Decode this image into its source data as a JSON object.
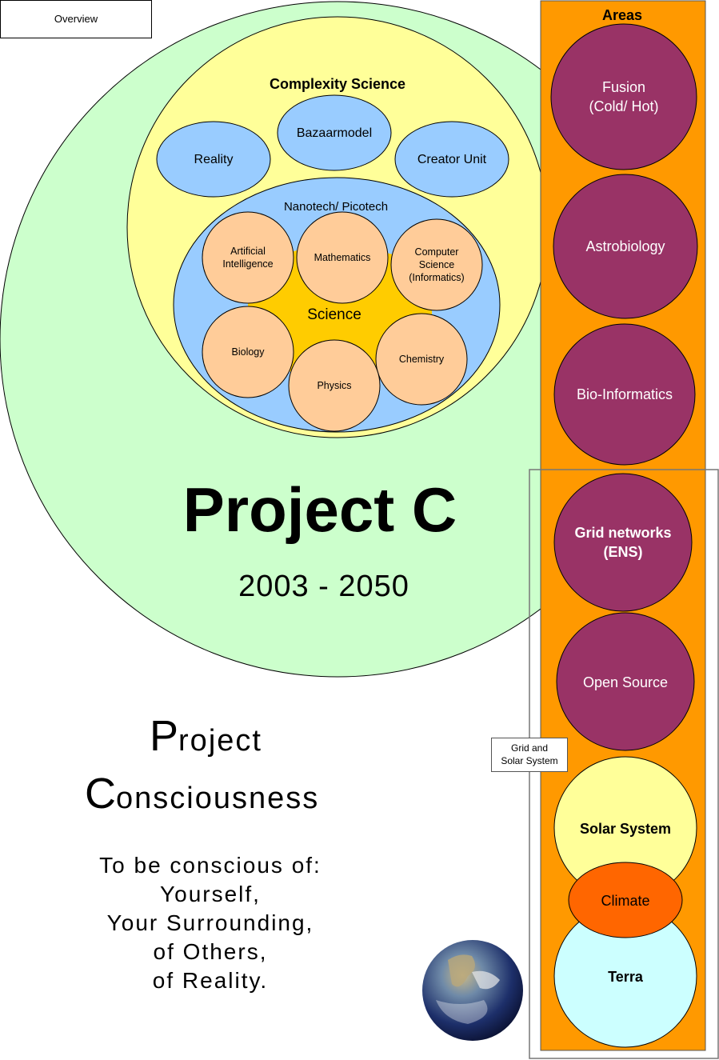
{
  "overview_button": "Overview",
  "complexity": {
    "title": "Complexity Science",
    "items": [
      "Bazaarmodel",
      "Reality",
      "Creator Unit"
    ]
  },
  "nanotech": {
    "title": "Nanotech/ Picotech",
    "center": "Science",
    "ai": [
      "Artificial",
      "Intelligence"
    ],
    "math": "Mathematics",
    "cs": [
      "Computer",
      "Science",
      "(Informatics)"
    ],
    "biology": "Biology",
    "physics": "Physics",
    "chemistry": "Chemistry"
  },
  "project": {
    "title": "Project C",
    "years": "2003 - 2050",
    "name_p_initial": "P",
    "name_p_rest": "roject",
    "name_c_initial": "C",
    "name_c_rest": "onsciousness",
    "motto": [
      "To be conscious of:",
      "Yourself,",
      "Your Surrounding,",
      "of Others,",
      "of Reality."
    ]
  },
  "areas": {
    "title": "Areas",
    "fusion": [
      "Fusion",
      "(Cold/ Hot)"
    ],
    "astrobiology": "Astrobiology",
    "bioinformatics": "Bio-Informatics",
    "grid": [
      "Grid networks",
      "(ENS)"
    ],
    "opensource": "Open Source",
    "solar": "Solar System",
    "climate": "Climate",
    "terra": "Terra"
  },
  "grid_solar_label": [
    "Grid and",
    "Solar System"
  ],
  "colors": {
    "green": "#ccffcc",
    "yellow": "#ffff99",
    "blue": "#99ccff",
    "peach": "#ffcc99",
    "science": "#ffcc00",
    "orange": "#ff9900",
    "purple": "#993366",
    "climate": "#ff6600",
    "terra": "#ccffff"
  }
}
